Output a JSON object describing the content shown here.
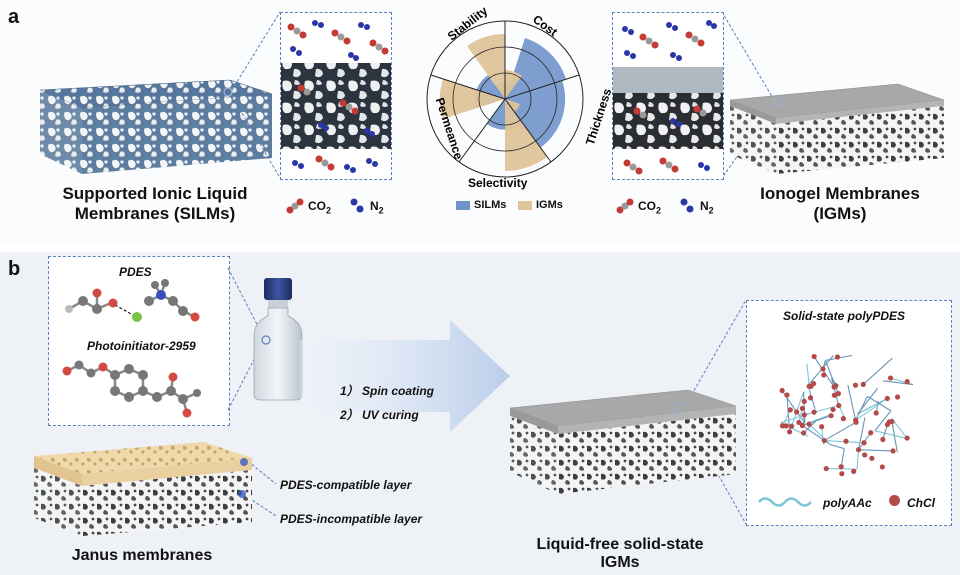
{
  "panel_a": {
    "label": "a",
    "silm_caption_line1": "Supported Ionic Liquid",
    "silm_caption_line2": "Membranes (SILMs)",
    "igm_caption_line1": "Ionogel Membranes",
    "igm_caption_line2": "(IGMs)",
    "legend_left": {
      "co2": "CO",
      "co2_sub": "2",
      "n2": "N",
      "n2_sub": "2"
    },
    "legend_right": {
      "co2": "CO",
      "co2_sub": "2",
      "n2": "N",
      "n2_sub": "2"
    },
    "radar": {
      "axes": [
        "Stability",
        "Cost",
        "Thickness",
        "Selectivity",
        "Permeance"
      ],
      "legend": [
        {
          "name": "SILMs",
          "color": "#6f93c9"
        },
        {
          "name": "IGMs",
          "color": "#dfc49a"
        }
      ]
    }
  },
  "panel_b": {
    "label": "b",
    "pdes_title": "PDES",
    "photoinitiator_title": "Photoinitiator-2959",
    "steps": [
      "1） Spin coating",
      "2） UV curing"
    ],
    "janus_caption": "Janus membranes",
    "layer_compatible": "PDES-compatible layer",
    "layer_incompatible": "PDES-incompatible layer",
    "product_caption_line1": "Liquid-free solid-state",
    "product_caption_line2": "IGMs",
    "polypdes_title": "Solid-state polyPDES",
    "legend_polyaac": "polyAAc",
    "legend_chcl": "ChCl"
  },
  "colors": {
    "silm_blue": "#4f6f93",
    "igm_beige": "#dfc49a",
    "frame_blue": "#5b7fbf",
    "co2_red": "#c63a36",
    "n2_blue": "#2a37a8"
  }
}
